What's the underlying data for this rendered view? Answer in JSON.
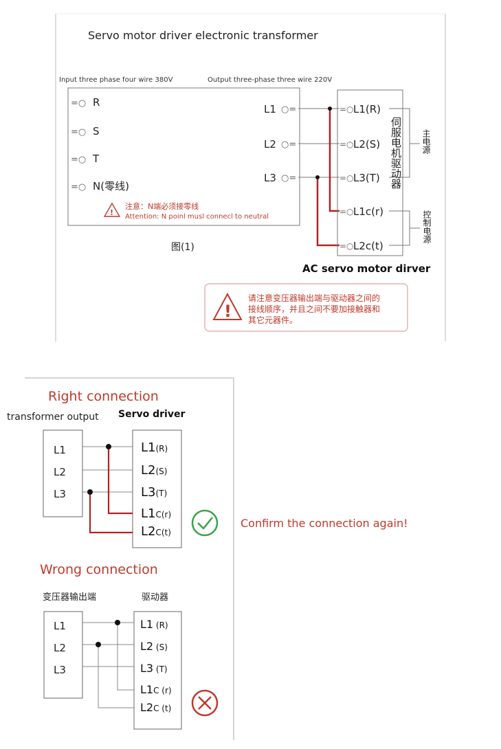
{
  "top": {
    "title": "Servo motor driver electronic transformer",
    "input_caption": "Input three phase four wire 380V",
    "output_caption": "Output three-phase three wire 220V",
    "input_terminals": [
      "R",
      "S",
      "T",
      "N(零线)"
    ],
    "output_terminals": [
      "L1",
      "L2",
      "L3"
    ],
    "driver_terminals": [
      "L1(R)",
      "L2(S)",
      "L3(T)",
      "L1c(r)",
      "L2c(t)"
    ],
    "driver_vertical_label": "伺服电机驱动器",
    "main_power_label": "主电源",
    "control_power_label": "控制电源",
    "attention_cn": "注意：N端必须接零线",
    "attention_en": "Attention: N poinl musl connecl to neutral",
    "figure_label": "图(1)",
    "ac_servo_label": "AC servo motor dirver",
    "warning_lines": [
      "请注意变压器输出端与驱动器之间的",
      "接线顺序，并且之间不要加接触器和",
      "其它元器件。"
    ]
  },
  "right": {
    "title": "Right connection",
    "transformer_label": "transformer output",
    "driver_label": "Servo driver",
    "left_terminals": [
      "L1",
      "L2",
      "L3"
    ],
    "driver_terminals": [
      "L1(R)",
      "L2(S)",
      "L3(T)",
      "L1C(r)",
      "L2C(t)"
    ]
  },
  "confirm": "Confirm the connection again!",
  "wrong": {
    "title": "Wrong connection",
    "transformer_label": "变压器输出端",
    "driver_label": "驱动器",
    "left_terminals": [
      "L1",
      "L2",
      "L3"
    ],
    "driver_terminals": [
      "L1(R)",
      "L2(S)",
      "L3(T)",
      "L1C(r)",
      "L2C(t)"
    ]
  },
  "colors": {
    "red": "#c0392b",
    "dark_red": "#b22222",
    "green": "#3aa34a",
    "line": "#666666"
  }
}
